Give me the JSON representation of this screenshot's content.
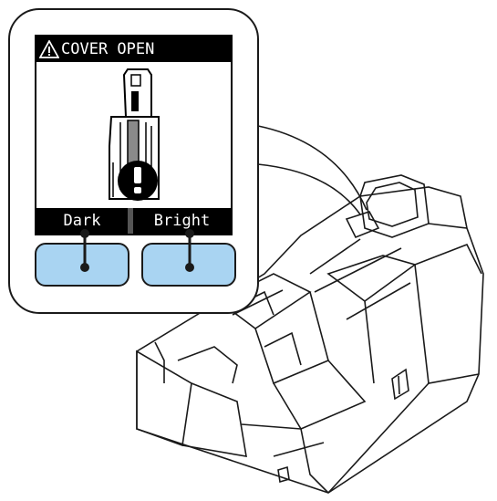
{
  "lcd": {
    "title": "COVER OPEN",
    "title_icon": "warning-triangle-icon",
    "illustration": "printer-cover-open-icon",
    "alert_icon": "exclamation-circle-icon"
  },
  "softkeys": {
    "left_label": "Dark",
    "right_label": "Bright"
  },
  "colors": {
    "button_fill": "#a9d4f2",
    "lcd_bar": "#000000",
    "line": "#1a1a1a"
  }
}
